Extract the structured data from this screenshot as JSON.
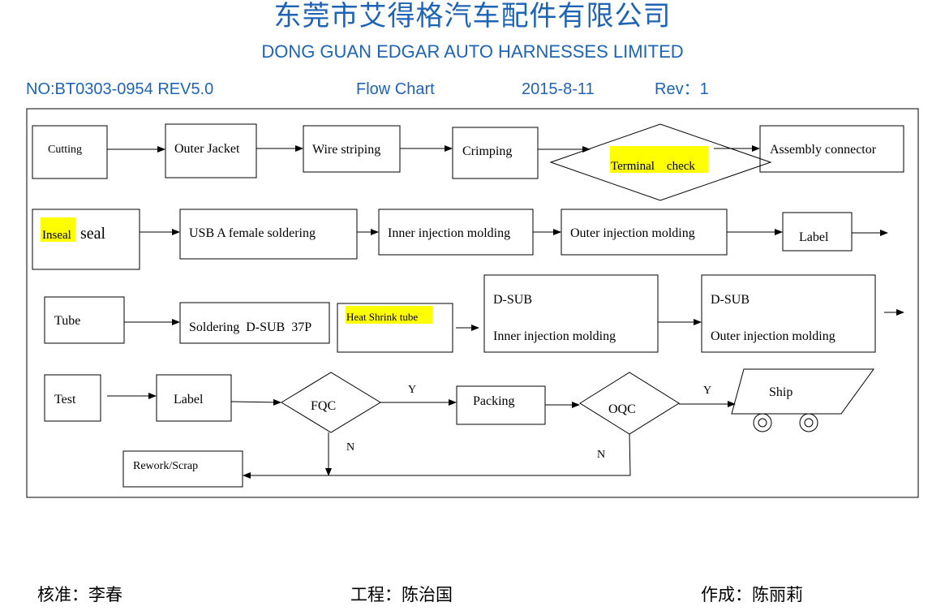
{
  "header": {
    "company_cn": "东莞市艾得格汽车配件有限公司",
    "company_en": "DONG GUAN EDGAR AUTO HARNESSES LIMITED",
    "doc_no": "NO:BT0303-0954 REV5.0",
    "doc_title": "Flow Chart",
    "date": "2015-8-11",
    "rev": "Rev：1"
  },
  "flow": {
    "cutting": "Cutting",
    "outer_jacket": "Outer Jacket",
    "wire_striping": "Wire striping",
    "crimping": "Crimping",
    "terminal_check": "Terminal    check",
    "assembly_connector": "Assembly connector",
    "inseal_a": "Inseal",
    "inseal_b": "seal",
    "usb_soldering": "USB A female soldering",
    "inner_injection": "Inner injection molding",
    "outer_injection": "Outer injection molding",
    "label_1": "Label",
    "tube": "Tube",
    "soldering_dsub": "Soldering  D-SUB  37P",
    "heat_shrink": "Heat Shrink tube",
    "dsub_inner_title": "D-SUB",
    "dsub_inner_sub": "Inner injection molding",
    "dsub_outer_title": "D-SUB",
    "dsub_outer_sub": "Outer injection molding",
    "test": "Test",
    "label_2": "Label",
    "fqc": "FQC",
    "fqc_yes": "Y",
    "fqc_no": "N",
    "packing": "Packing",
    "oqc": "OQC",
    "oqc_yes": "Y",
    "oqc_no": "N",
    "ship": "Ship",
    "rework": "Rework/Scrap"
  },
  "footer": {
    "approved": "核准：李春",
    "engineering": "工程：陈治国",
    "prepared": "作成：陈丽莉"
  },
  "colors": {
    "heading_blue": "#1f63b5",
    "highlight": "#ffff00"
  }
}
